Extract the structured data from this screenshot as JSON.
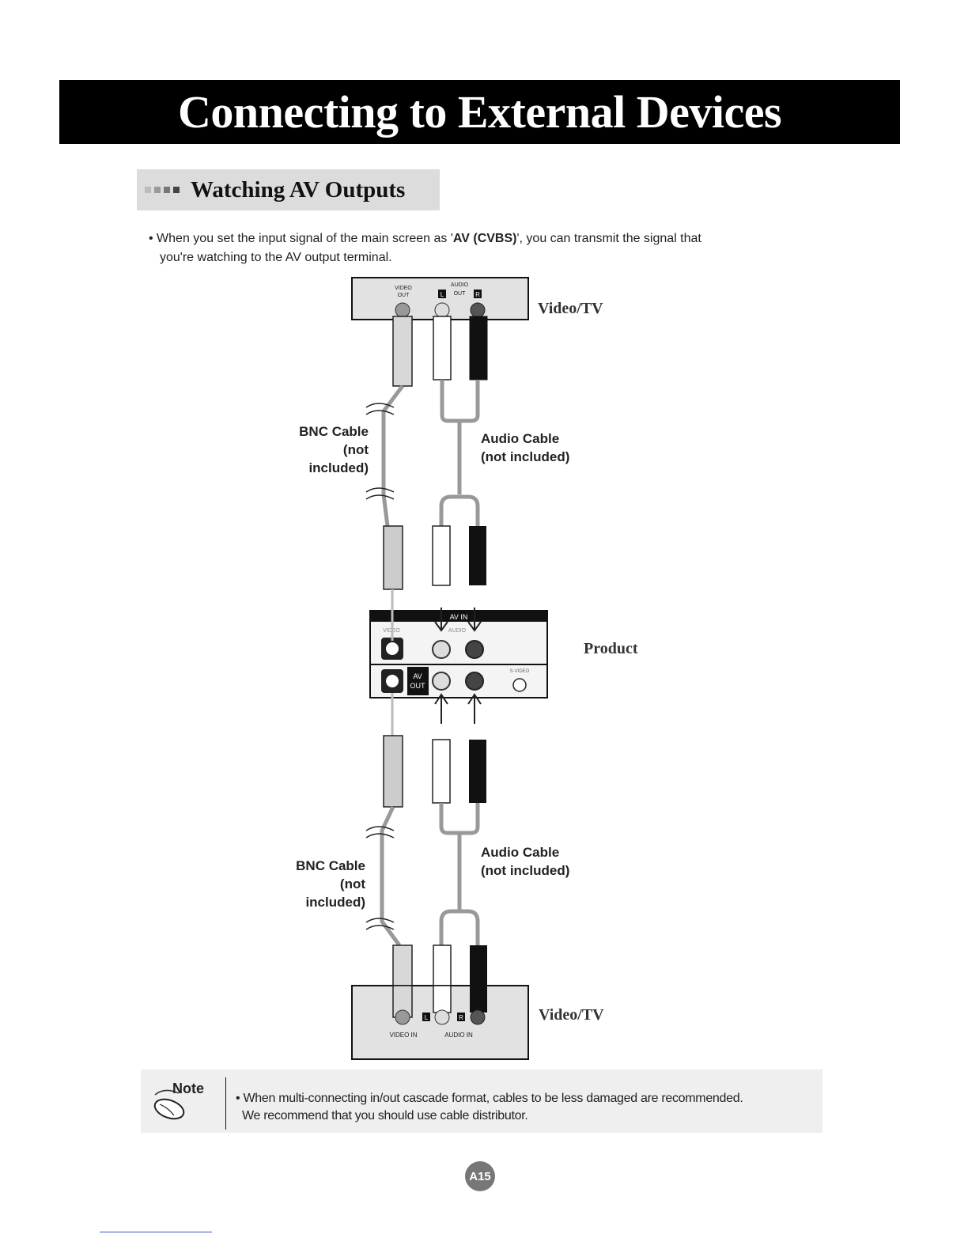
{
  "title": "Connecting to External Devices",
  "section": {
    "heading": "Watching AV Outputs"
  },
  "intro": {
    "line1_before": "• When you set the input signal of the main screen as '",
    "line1_bold": "AV (CVBS)",
    "line1_after": "', you can transmit the signal that",
    "line2": "you're watching to the AV output terminal."
  },
  "diagram": {
    "top_device": {
      "label": "Video/TV",
      "port_video": "VIDEO",
      "port_out": "OUT",
      "port_audio": "AUDIO",
      "port_audio_out": "OUT",
      "left": "L",
      "right": "R"
    },
    "bnc_cable_1": {
      "line1": "BNC Cable",
      "line2": "(not included)"
    },
    "audio_cable_1": {
      "line1": "Audio Cable",
      "line2": "(not included)"
    },
    "product": {
      "label": "Product",
      "av_in": "AV IN",
      "video": "VIDEO",
      "audio": "AUDIO",
      "av": "AV",
      "out": "OUT",
      "s_video": "S-VIDEO"
    },
    "bnc_cable_2": {
      "line1": "BNC Cable",
      "line2": "(not included)"
    },
    "audio_cable_2": {
      "line1": "Audio Cable",
      "line2": "(not included)"
    },
    "bottom_device": {
      "label": "Video/TV",
      "video_in": "VIDEO IN",
      "audio_in": "AUDIO IN",
      "left": "L",
      "right": "R"
    }
  },
  "note": {
    "label": "Note",
    "line1": "• When multi-connecting in/out cascade format, cables to be less damaged are recommended.",
    "line2": "We recommend that you should use cable distributor."
  },
  "page_number": "A15"
}
